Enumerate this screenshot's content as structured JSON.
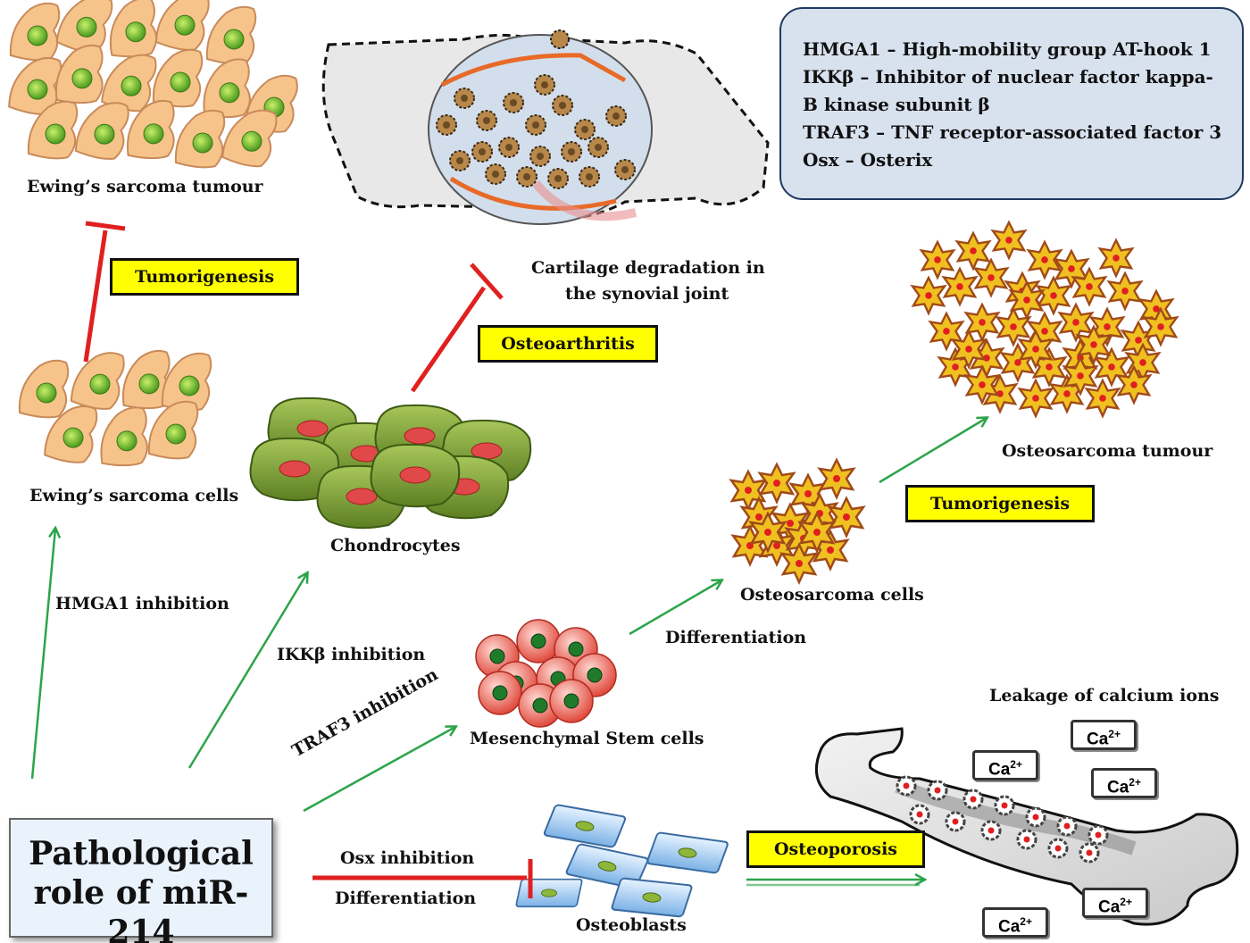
{
  "legend": {
    "line1": "HMGA1 – High-mobility group AT-hook 1",
    "line2": "IKKβ – Inhibitor of nuclear factor kappa-",
    "line3": "B kinase subunit β",
    "line4": "TRAF3 – TNF receptor-associated factor 3",
    "line5": "Osx – Osterix"
  },
  "main": {
    "line1": "Pathological",
    "line2": "role of miR-214"
  },
  "labels": {
    "ewing_tumour": "Ewing’s sarcoma tumour",
    "ewing_cells": "Ewing’s sarcoma cells",
    "cartilage_line1": "Cartilage degradation in",
    "cartilage_line2": "the synovial joint",
    "chondrocytes": "Chondrocytes",
    "osteosarcoma_tumour": "Osteosarcoma tumour",
    "osteosarcoma_cells": "Osteosarcoma cells",
    "msc": "Mesenchymal Stem cells",
    "osteoblasts": "Osteoblasts",
    "calcium_leak": "Leakage of calcium  ions",
    "hmga1_inhibition": "HMGA1 inhibition",
    "ikkb_inhibition": "IKKβ inhibition",
    "traf3_inhibition": "TRAF3 inhibition",
    "osx_inhibition": "Osx inhibition",
    "differentiation_osx": "Differentiation",
    "differentiation_msc": "Differentiation"
  },
  "boxes": {
    "tumorigenesis_ewing": "Tumorigenesis",
    "osteoarthritis": "Osteoarthritis",
    "tumorigenesis_osteo": "Tumorigenesis",
    "osteoporosis": "Osteoporosis"
  },
  "calcium": {
    "base": "Ca",
    "charge": "2+"
  },
  "colors": {
    "activation": "#2ca44a",
    "inhibition": "#e02020",
    "highlight": "#ffff00",
    "legend_bg": "#d8e2ef"
  }
}
